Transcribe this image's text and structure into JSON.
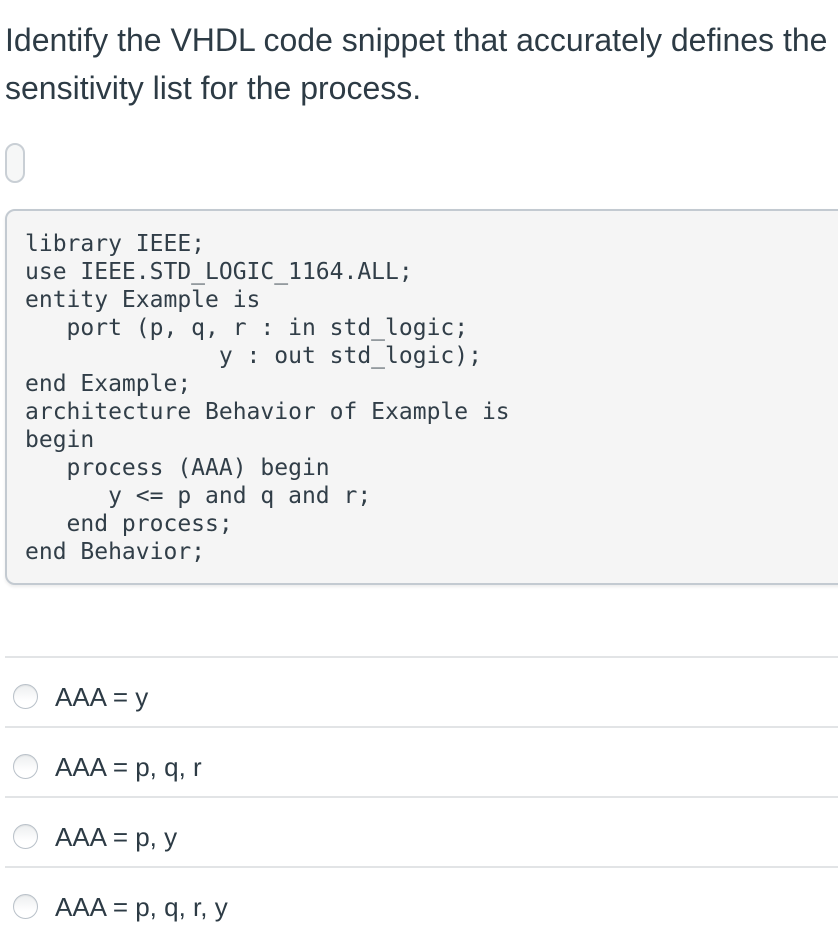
{
  "question": {
    "text": "Identify the VHDL code snippet that accurately defines the sensitivity list for the process."
  },
  "code": {
    "language": "VHDL",
    "content": "library IEEE;\nuse IEEE.STD_LOGIC_1164.ALL;\nentity Example is\n   port (p, q, r : in std_logic;\n              y : out std_logic);\nend Example;\narchitecture Behavior of Example is\nbegin\n   process (AAA) begin\n      y <= p and q and r;\n   end process;\nend Behavior;"
  },
  "options": [
    {
      "label": "AAA = y",
      "selected": false
    },
    {
      "label": "AAA = p, q, r",
      "selected": false
    },
    {
      "label": "AAA = p, y",
      "selected": false
    },
    {
      "label": "AAA = p, q, r, y",
      "selected": false
    }
  ],
  "icons": {
    "pill_placeholder": "vertical-pill-shape"
  },
  "colors": {
    "text": "#2d3b45",
    "code_background": "#f5f5f5",
    "code_border": "#c3cad1",
    "divider": "#e2e4e6",
    "radio_border": "#b9c1c9",
    "pill_border": "#c9cfd5"
  }
}
